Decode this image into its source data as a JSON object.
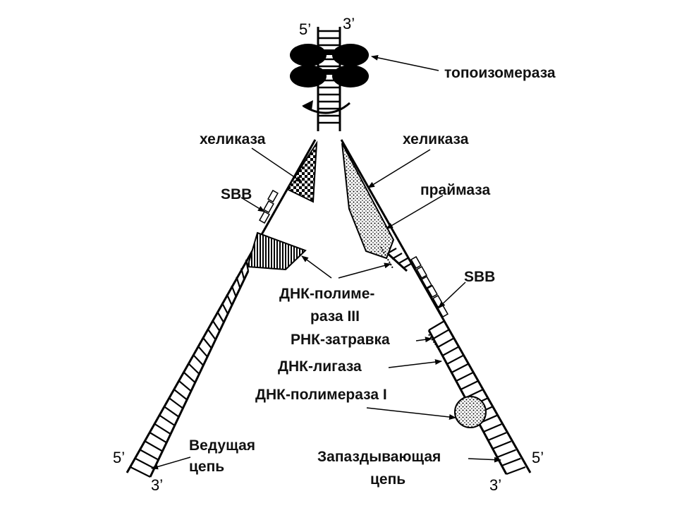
{
  "ends": {
    "top_left": "5’",
    "top_right": "3’",
    "bottom_left_5": "5’",
    "bottom_left_3": "3’",
    "bottom_right_5": "5’",
    "bottom_right_3": "3’"
  },
  "labels": {
    "topoisomerase": "топоизомераза",
    "helicase_left": "хеликаза",
    "helicase_right": "хеликаза",
    "primase": "праймаза",
    "ssb_left": "SBB",
    "ssb_right": "SBB",
    "dna_pol3_line1": "ДНК-полиме-",
    "dna_pol3_line2": "раза III",
    "rna_primer": "РНК-затравка",
    "dna_ligase": "ДНК-лигаза",
    "dna_pol1": "ДНК-полимераза I",
    "leading_line1": "Ведущая",
    "leading_line2": "цепь",
    "lagging_line1": "Запаздывающая",
    "lagging_line2": "цепь"
  },
  "colors": {
    "ink": "#000000",
    "text": "#111111",
    "background": "#ffffff"
  }
}
